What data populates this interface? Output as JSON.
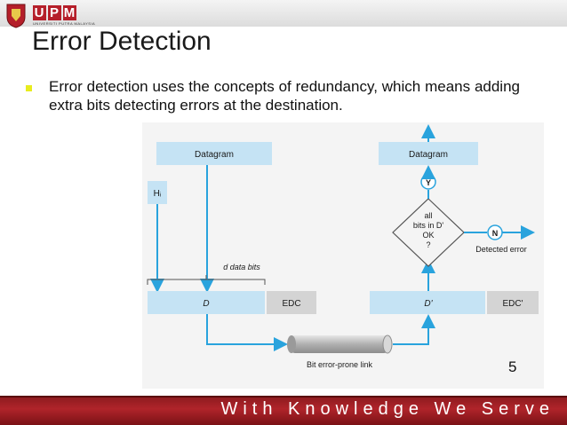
{
  "header": {
    "logo_letters": [
      "U",
      "P",
      "M"
    ],
    "logo_subtitle": "UNIVERSITI PUTRA MALAYSIA"
  },
  "slide": {
    "title": "Error Detection",
    "bullet": "Error detection uses the concepts of redundancy, which means adding extra bits detecting errors at the destination.",
    "slide_number": "5"
  },
  "diagram": {
    "datagram_left": "Datagram",
    "datagram_right": "Datagram",
    "header_field": "Hᵢ",
    "d_data_bits": "d data bits",
    "d_cell": "D",
    "edc_cell": "EDC",
    "d_prime_cell": "D'",
    "edc_prime_cell": "EDC'",
    "yes_marker": "Y",
    "no_marker": "N",
    "decision_line1": "all",
    "decision_line2": "bits in D'",
    "decision_line3": "OK",
    "decision_line4": "?",
    "detected_error": "Detected error",
    "link_label": "Bit error-prone link",
    "colors": {
      "box_fill": "#c5e3f4",
      "arrow": "#29a3dd",
      "edc_fill": "#d4d4d4",
      "link_fill": "#b8b8b8"
    }
  },
  "footer": {
    "motto": "With Knowledge We Serve"
  }
}
